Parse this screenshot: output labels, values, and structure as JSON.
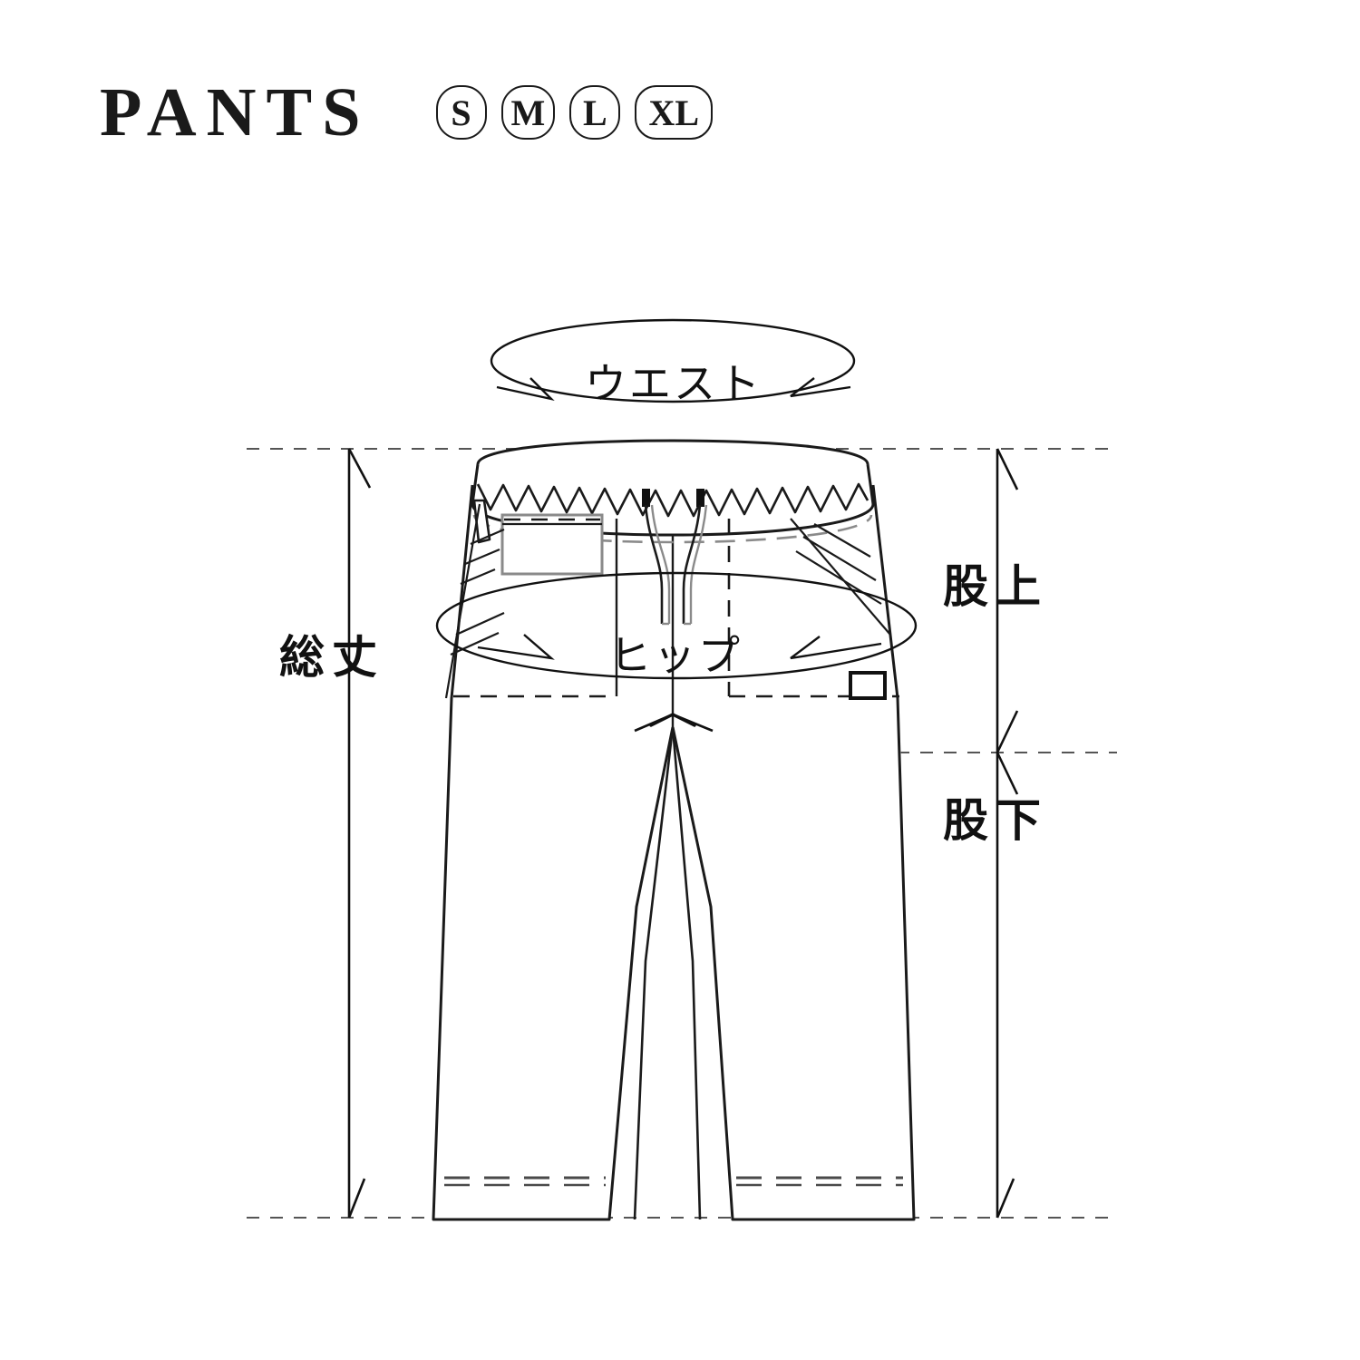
{
  "header": {
    "title": "PANTS",
    "sizes": [
      {
        "label": "S",
        "wide": false
      },
      {
        "label": "M",
        "wide": false
      },
      {
        "label": "L",
        "wide": false
      },
      {
        "label": "XL",
        "wide": true
      }
    ]
  },
  "diagram": {
    "type": "garment-measurement-diagram",
    "garment": "pants",
    "measurement_labels": {
      "waist": "ウエスト",
      "hip": "ヒップ",
      "total_length": "総丈",
      "rise": "股上",
      "inseam": "股下"
    }
  },
  "colors": {
    "ink": "#111111",
    "line": "#1a1a1a",
    "seam_gray": "#8a8a8a",
    "guide": "#555555",
    "background": "#ffffff"
  }
}
